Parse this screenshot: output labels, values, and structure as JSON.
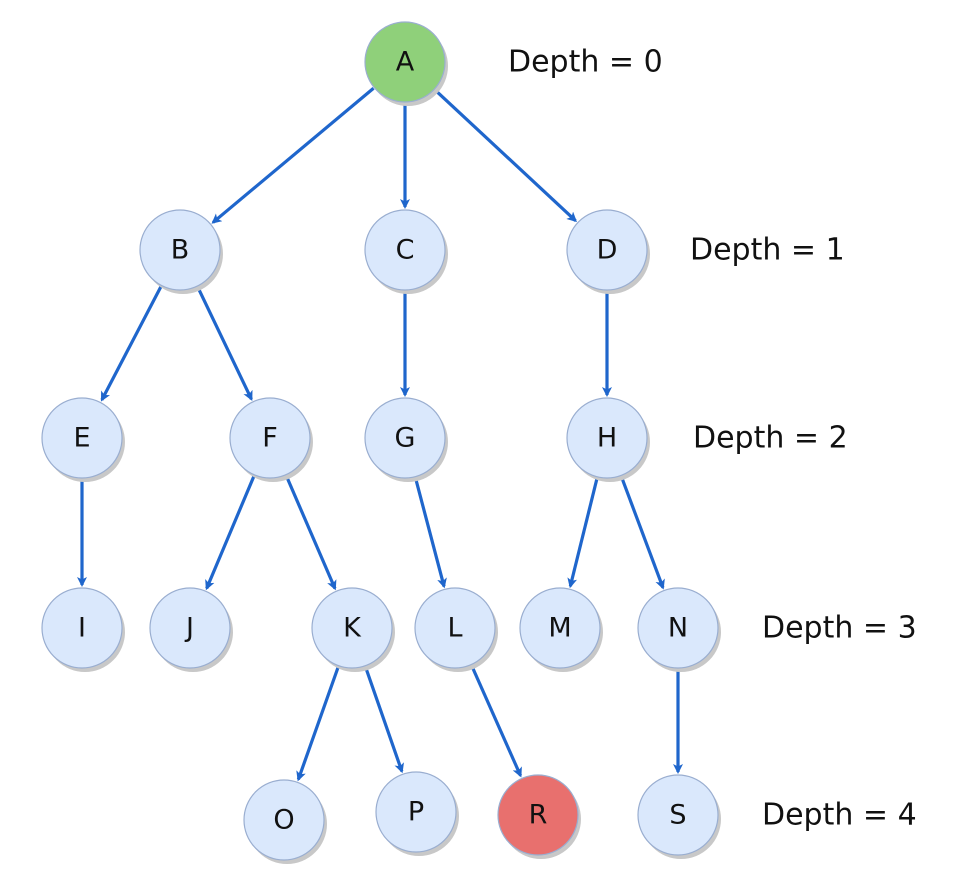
{
  "colors": {
    "node_default": "#dae8fc",
    "node_start": "#8fd07a",
    "node_target": "#e8706e",
    "edge": "#1f66cc",
    "shadow": "#c8c8c8"
  },
  "nodes": [
    {
      "id": "A",
      "label": "A",
      "role": "start"
    },
    {
      "id": "B",
      "label": "B",
      "role": "default"
    },
    {
      "id": "C",
      "label": "C",
      "role": "default"
    },
    {
      "id": "D",
      "label": "D",
      "role": "default"
    },
    {
      "id": "E",
      "label": "E",
      "role": "default"
    },
    {
      "id": "F",
      "label": "F",
      "role": "default"
    },
    {
      "id": "G",
      "label": "G",
      "role": "default"
    },
    {
      "id": "H",
      "label": "H",
      "role": "default"
    },
    {
      "id": "I",
      "label": "I",
      "role": "default"
    },
    {
      "id": "J",
      "label": "J",
      "role": "default"
    },
    {
      "id": "K",
      "label": "K",
      "role": "default"
    },
    {
      "id": "L",
      "label": "L",
      "role": "default"
    },
    {
      "id": "M",
      "label": "M",
      "role": "default"
    },
    {
      "id": "N",
      "label": "N",
      "role": "default"
    },
    {
      "id": "O",
      "label": "O",
      "role": "default"
    },
    {
      "id": "P",
      "label": "P",
      "role": "default"
    },
    {
      "id": "R",
      "label": "R",
      "role": "target"
    },
    {
      "id": "S",
      "label": "S",
      "role": "default"
    }
  ],
  "edges": [
    [
      "A",
      "B"
    ],
    [
      "A",
      "C"
    ],
    [
      "A",
      "D"
    ],
    [
      "B",
      "E"
    ],
    [
      "B",
      "F"
    ],
    [
      "C",
      "G"
    ],
    [
      "D",
      "H"
    ],
    [
      "E",
      "I"
    ],
    [
      "F",
      "J"
    ],
    [
      "F",
      "K"
    ],
    [
      "G",
      "L"
    ],
    [
      "H",
      "M"
    ],
    [
      "H",
      "N"
    ],
    [
      "K",
      "O"
    ],
    [
      "K",
      "P"
    ],
    [
      "L",
      "R"
    ],
    [
      "N",
      "S"
    ]
  ],
  "depth_labels": [
    "Depth = 0",
    "Depth = 1",
    "Depth = 2",
    "Depth = 3",
    "Depth = 4"
  ]
}
